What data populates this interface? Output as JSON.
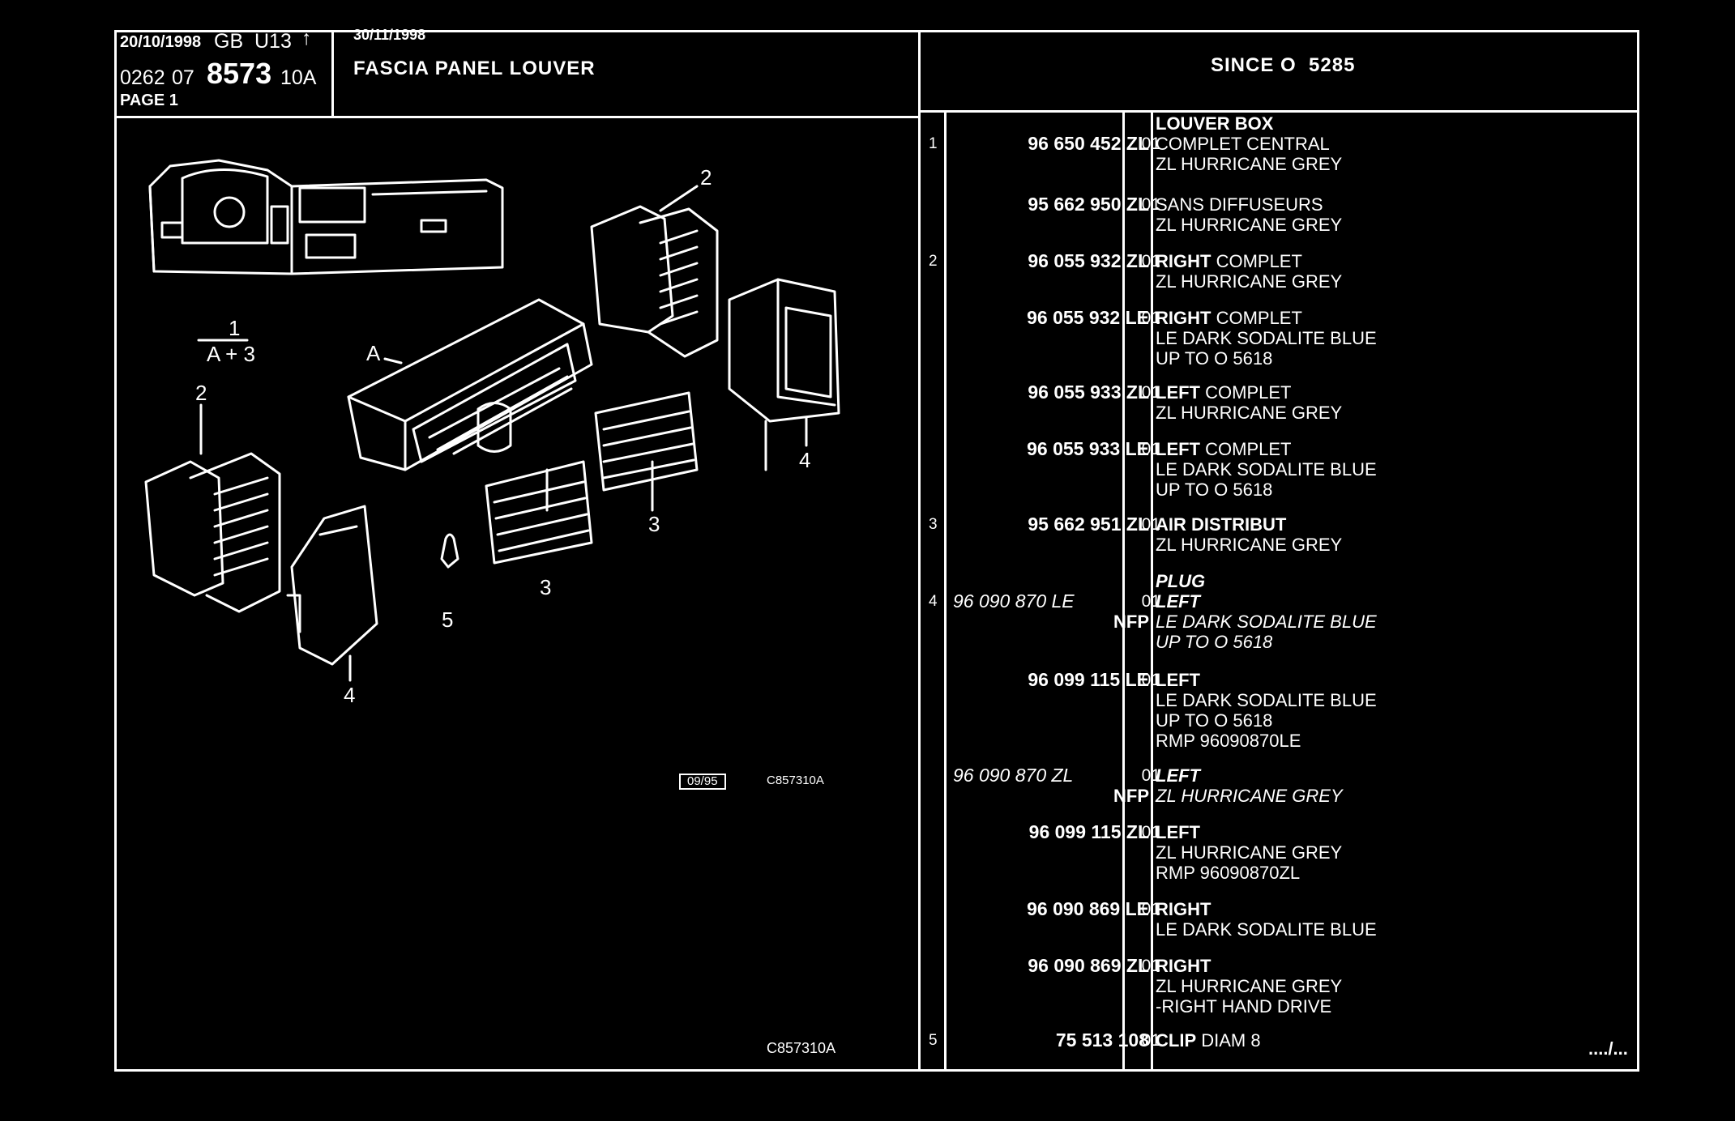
{
  "header": {
    "date1": "20/10/1998",
    "market": "GB",
    "model": "U13",
    "arrow": "↑",
    "code1": "0262",
    "code2": "07",
    "ref_big": "8573",
    "ref_suffix": "10A",
    "page": "PAGE 1",
    "date2": "30/11/1998",
    "title": "FASCIA PANEL LOUVER",
    "since": "SINCE O  5285"
  },
  "diagram": {
    "labels": {
      "n1": "1",
      "a3": "A + 3",
      "a": "A",
      "n2a": "2",
      "n2b": "2",
      "n3a": "3",
      "n3b": "3",
      "n4a": "4",
      "n4b": "4",
      "n5": "5"
    },
    "stamp_date": "09/95",
    "stamp_code": "C857310A",
    "footer_code": "C857310A"
  },
  "parts": [
    {
      "item": "1",
      "ref": "96 650 452 ZL",
      "nfp": "",
      "qty": "01",
      "italic": false,
      "lines": [
        {
          "bold": "LOUVER BOX",
          "text": ""
        },
        {
          "bold": "",
          "text": "COMPLET CENTRAL"
        },
        {
          "bold": "",
          "text": "ZL HURRICANE GREY"
        }
      ]
    },
    {
      "item": "",
      "ref": "95 662 950 ZL",
      "nfp": "",
      "qty": "01",
      "italic": false,
      "lines": [
        {
          "bold": "",
          "text": "SANS DIFFUSEURS"
        },
        {
          "bold": "",
          "text": "ZL HURRICANE GREY"
        }
      ]
    },
    {
      "item": "2",
      "ref": "96 055 932 ZL",
      "nfp": "",
      "qty": "01",
      "italic": false,
      "lines": [
        {
          "bold": "RIGHT",
          "text": " COMPLET"
        },
        {
          "bold": "",
          "text": "ZL HURRICANE GREY"
        }
      ]
    },
    {
      "item": "",
      "ref": "96 055 932 LE",
      "nfp": "",
      "qty": "01",
      "italic": false,
      "lines": [
        {
          "bold": "RIGHT",
          "text": " COMPLET"
        },
        {
          "bold": "",
          "text": "LE DARK SODALITE BLUE"
        },
        {
          "bold": "",
          "text": "UP TO O 5618"
        }
      ]
    },
    {
      "item": "",
      "ref": "96 055 933 ZL",
      "nfp": "",
      "qty": "01",
      "italic": false,
      "lines": [
        {
          "bold": "LEFT",
          "text": " COMPLET"
        },
        {
          "bold": "",
          "text": "ZL HURRICANE GREY"
        }
      ]
    },
    {
      "item": "",
      "ref": "96 055 933 LE",
      "nfp": "",
      "qty": "01",
      "italic": false,
      "lines": [
        {
          "bold": "LEFT",
          "text": " COMPLET"
        },
        {
          "bold": "",
          "text": "LE DARK SODALITE BLUE"
        },
        {
          "bold": "",
          "text": "UP TO O 5618"
        }
      ]
    },
    {
      "item": "3",
      "ref": "95 662 951 ZL",
      "nfp": "",
      "qty": "01",
      "italic": false,
      "lines": [
        {
          "bold": "AIR DISTRIBUT",
          "text": ""
        },
        {
          "bold": "",
          "text": "ZL HURRICANE GREY"
        }
      ]
    },
    {
      "item": "4",
      "ref": "96 090 870 LE",
      "nfp": "NFP",
      "qty": "01",
      "italic": true,
      "lines": [
        {
          "bold": "PLUG",
          "text": ""
        },
        {
          "bold": "LEFT",
          "text": ""
        },
        {
          "bold": "",
          "text": "LE DARK SODALITE BLUE"
        },
        {
          "bold": "",
          "text": "UP TO O 5618"
        }
      ]
    },
    {
      "item": "",
      "ref": "96 099 115 LE",
      "nfp": "",
      "qty": "01",
      "italic": false,
      "lines": [
        {
          "bold": "LEFT",
          "text": ""
        },
        {
          "bold": "",
          "text": "LE DARK SODALITE BLUE"
        },
        {
          "bold": "",
          "text": "UP TO O 5618"
        },
        {
          "bold": "",
          "text": "RMP 96090870LE"
        }
      ]
    },
    {
      "item": "",
      "ref": "96 090 870 ZL",
      "nfp": "NFP",
      "qty": "01",
      "italic": true,
      "lines": [
        {
          "bold": "LEFT",
          "text": ""
        },
        {
          "bold": "",
          "text": "ZL HURRICANE GREY"
        }
      ]
    },
    {
      "item": "",
      "ref": "96 099 115 ZL",
      "nfp": "",
      "qty": "01",
      "italic": false,
      "lines": [
        {
          "bold": "LEFT",
          "text": ""
        },
        {
          "bold": "",
          "text": "ZL HURRICANE GREY"
        },
        {
          "bold": "",
          "text": "RMP 96090870ZL"
        }
      ]
    },
    {
      "item": "",
      "ref": "96 090 869 LE",
      "nfp": "",
      "qty": "01",
      "italic": false,
      "lines": [
        {
          "bold": "RIGHT",
          "text": ""
        },
        {
          "bold": "",
          "text": "LE DARK SODALITE BLUE"
        }
      ]
    },
    {
      "item": "",
      "ref": "96 090 869 ZL",
      "nfp": "",
      "qty": "01",
      "italic": false,
      "lines": [
        {
          "bold": "RIGHT",
          "text": ""
        },
        {
          "bold": "",
          "text": "ZL HURRICANE GREY"
        },
        {
          "bold": "",
          "text": "-RIGHT HAND DRIVE"
        }
      ]
    },
    {
      "item": "5",
      "ref": "75 513 108",
      "nfp": "",
      "qty": "01",
      "italic": false,
      "lines": [
        {
          "bold": "CLIP",
          "text": " DIAM 8"
        }
      ]
    }
  ],
  "continuation": "..../..."
}
